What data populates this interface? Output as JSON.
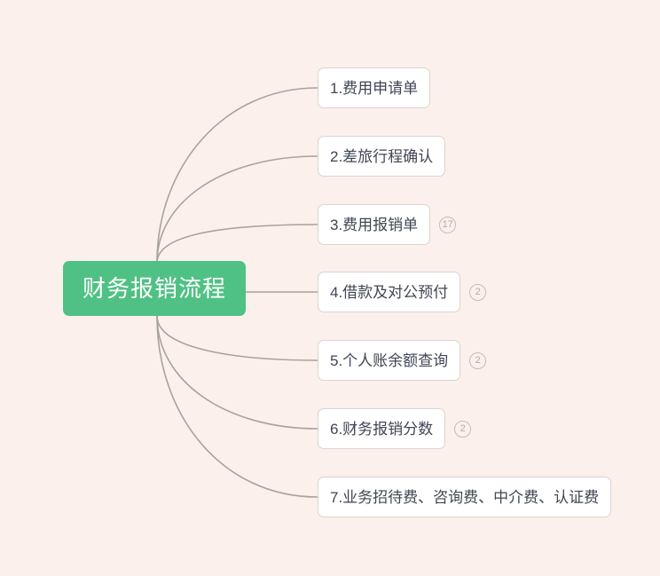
{
  "canvas": {
    "background_color": "#fbf0ec",
    "connector_color": "#a8a29d"
  },
  "root": {
    "label": "财务报销流程",
    "color": "#50c184",
    "text_color": "#ffffff"
  },
  "branches": [
    {
      "label": "1.费用申请单",
      "badge": ""
    },
    {
      "label": "2.差旅行程确认",
      "badge": ""
    },
    {
      "label": "3.费用报销单",
      "badge": "17"
    },
    {
      "label": "4.借款及对公预付",
      "badge": "2"
    },
    {
      "label": "5.个人账余额查询",
      "badge": "2"
    },
    {
      "label": "6.财务报销分数",
      "badge": "2"
    },
    {
      "label": "7.业务招待费、咨询费、中介费、认证费",
      "badge": ""
    }
  ]
}
